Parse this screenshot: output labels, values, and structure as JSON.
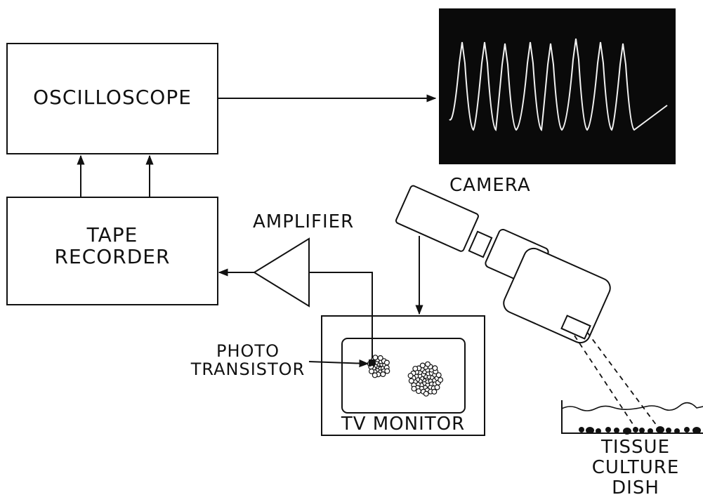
{
  "labels": {
    "oscilloscope": "OSCILLOSCOPE",
    "tape_recorder_line1": "TAPE",
    "tape_recorder_line2": "RECORDER",
    "amplifier": "AMPLIFIER",
    "camera": "CAMERA",
    "photo_transistor_line1": "PHOTO",
    "photo_transistor_line2": "TRANSISTOR",
    "tv_monitor": "TV MONITOR",
    "tissue_culture_line1": "TISSUE",
    "tissue_culture_line2": "CULTURE",
    "tissue_culture_line3": "DISH"
  },
  "colors": {
    "ink": "#111111",
    "screen": "#0a0a0a",
    "trace": "#f2f2f2"
  },
  "icons": [
    "camera-icon",
    "amplifier-icon",
    "photo-transistor-icon",
    "tissue-culture-dish-icon"
  ]
}
